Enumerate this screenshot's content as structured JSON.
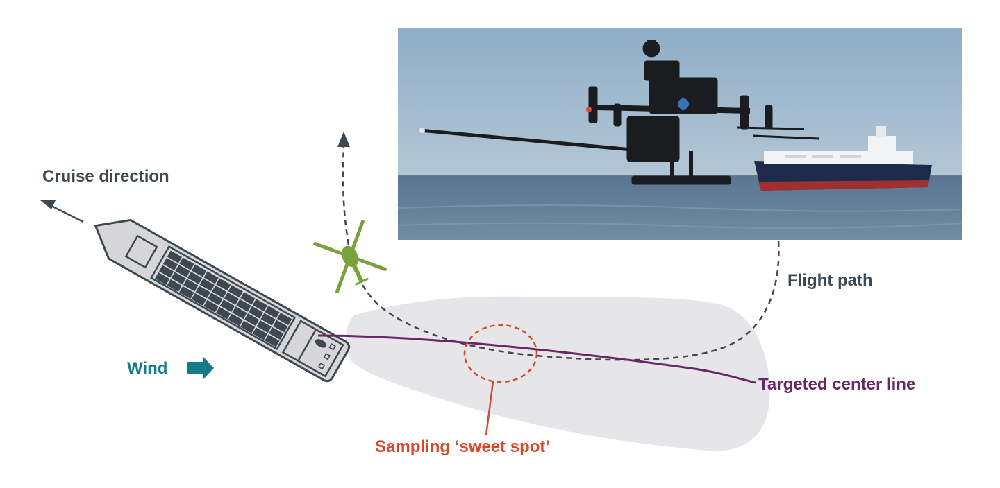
{
  "labels": {
    "cruise_direction": "Cruise direction",
    "flight_path": "Flight path",
    "wind": "Wind",
    "targeted_center_line": "Targeted center line",
    "sweet_spot": "Sampling ‘sweet spot’"
  },
  "colors": {
    "text_dark": "#3d4850",
    "wind": "#137b8a",
    "center_line": "#6b2668",
    "sweet_spot": "#d9482b",
    "drone_icon": "#78a23c",
    "plume": "#e6e5e8",
    "ship_fill": "#d6d6d8",
    "ship_stroke": "#3d4850",
    "photo_sky": "#9fb5c9",
    "photo_sea": "#4f6e8a"
  },
  "icons": {
    "drone": "drone-icon",
    "wind_arrow": "right-arrow-icon",
    "cruise_arrow": "arrow-icon",
    "flight_path_arrow": "arrow-icon"
  }
}
